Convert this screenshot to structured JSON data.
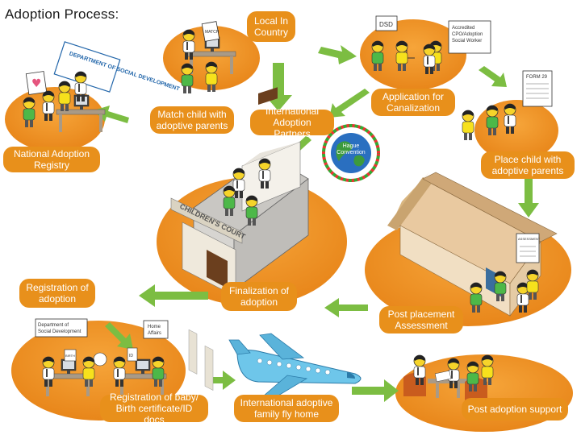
{
  "title": "Adoption Process:",
  "hague": "Hague Convention",
  "steps": {
    "local": "Local In Country",
    "dsd": "DSD",
    "accredited": "Accredited CPO/Adoption Social Worker",
    "form29": "FORM 29",
    "match": "Match child with adoptive parents",
    "international_partners": "International Adoption Partners",
    "canalization": "Application for Canalization",
    "registry": "National Adoption Registry",
    "place_child": "Place child with adoptive parents",
    "registration_adoption": "Registration of adoption",
    "finalization": "Finalization of adoption",
    "post_placement": "Post placement Assessment",
    "registration_baby": "Registration of baby/ Birth certificate/ID docs",
    "fly_home": "International adoptive family fly home",
    "post_support": "Post adoption support",
    "dept_social_dev": "Department of Social Development",
    "dept_social_dev_sign": "DEPARTMENT OF SOCIAL DEVELOPMENT",
    "home_affairs": "Home Affairs",
    "childrens_court": "CHILDREN'S COURT",
    "assessment": "ASSESSMENT",
    "match_sign": "MATCH",
    "birth_cert": "BIRTH",
    "id_doc": "ID"
  },
  "colors": {
    "disc": "#f0931c",
    "disc_shadow": "#c86f10",
    "arrow": "#7cbd42",
    "person_green": "#4db848",
    "person_yellow": "#f7e11c",
    "plane": "#6ec6ea"
  }
}
